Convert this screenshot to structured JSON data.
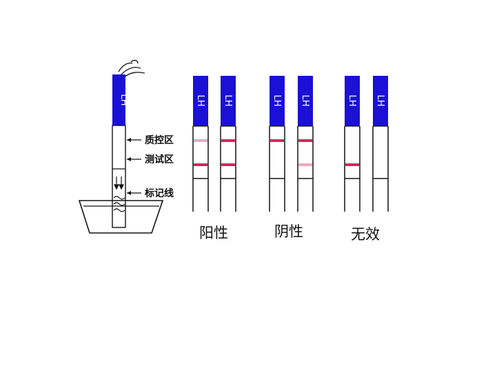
{
  "strip_label": "LH",
  "zones": {
    "control": "质控区",
    "test": "测试区",
    "marker": "标记线"
  },
  "groups": [
    {
      "label": "阳性"
    },
    {
      "label": "阴性"
    },
    {
      "label": "无效"
    }
  ],
  "colors": {
    "strip_head": "#1a10d6",
    "line_strong": "#d8265a",
    "line_faint": "#f0a6be"
  }
}
